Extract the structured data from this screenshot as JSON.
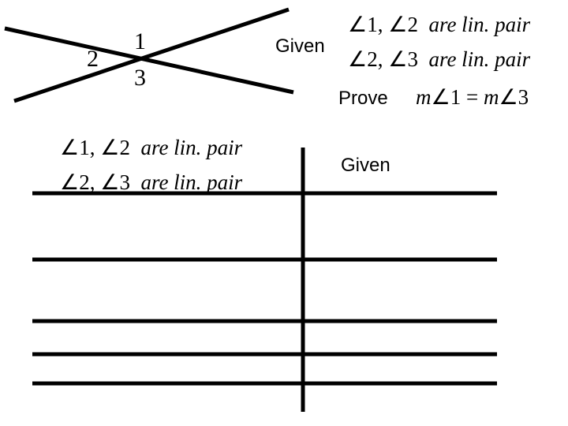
{
  "figure": {
    "angle_labels": [
      "1",
      "2",
      "3"
    ]
  },
  "given": {
    "label": "Given",
    "statement_1": {
      "a1": "1",
      "a2": "2",
      "text": "are lin. pair"
    },
    "statement_2": {
      "a1": "2",
      "a2": "3",
      "text": "are lin. pair"
    }
  },
  "prove": {
    "label": "Prove",
    "m": "m",
    "left": "1",
    "equals": "=",
    "right": "3"
  },
  "proof_table": {
    "rows": [
      {
        "statement_lines": [
          {
            "a1": "1",
            "a2": "2",
            "text": "are lin. pair"
          },
          {
            "a1": "2",
            "a2": "3",
            "text": "are lin. pair"
          }
        ],
        "reason": "Given"
      },
      {
        "statement_lines": [],
        "reason": ""
      },
      {
        "statement_lines": [],
        "reason": ""
      },
      {
        "statement_lines": [],
        "reason": ""
      },
      {
        "statement_lines": [],
        "reason": ""
      }
    ]
  }
}
